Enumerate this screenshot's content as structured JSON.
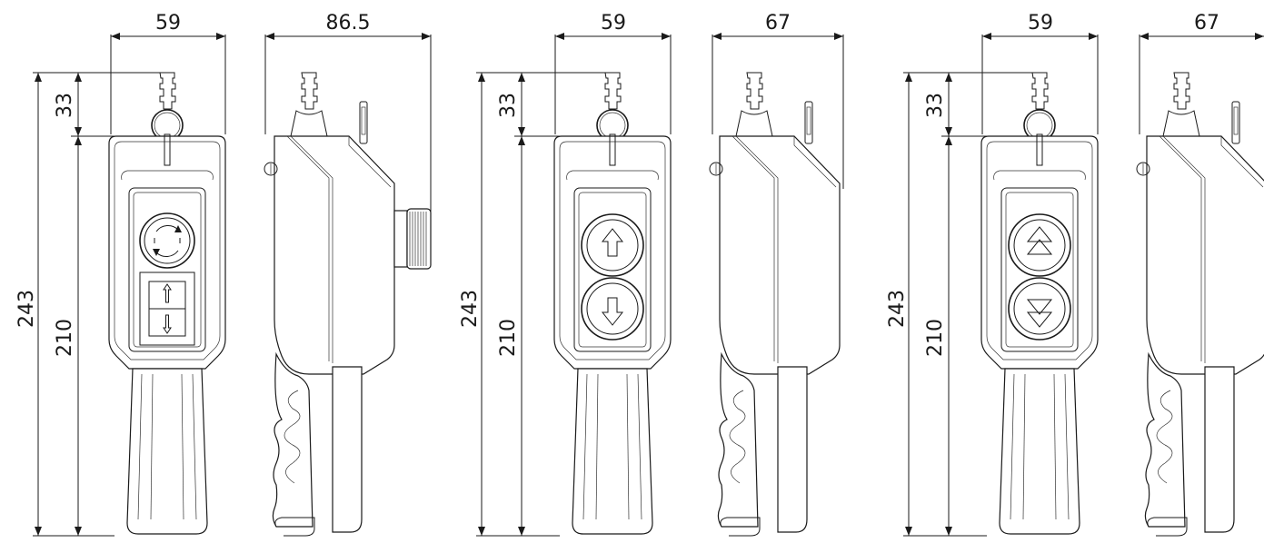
{
  "dimensions": {
    "width_a": "59",
    "depth_a": "86.5",
    "width_b": "59",
    "depth_b": "67",
    "width_c": "59",
    "depth_c": "67",
    "total_height": "243",
    "body_height": "210",
    "collar_height": "33"
  },
  "views": [
    {
      "name": "emergency-stop-selector-pendant",
      "buttons": [
        "rotate-icon",
        "up-down-selector-icon"
      ]
    },
    {
      "name": "up-down-pendant",
      "buttons": [
        "up-arrow-icon",
        "down-arrow-icon"
      ]
    },
    {
      "name": "double-speed-pendant",
      "buttons": [
        "double-up-arrow-icon",
        "double-down-arrow-icon"
      ]
    }
  ],
  "colors": {
    "line": "#1a1a1a",
    "background": "#ffffff"
  }
}
